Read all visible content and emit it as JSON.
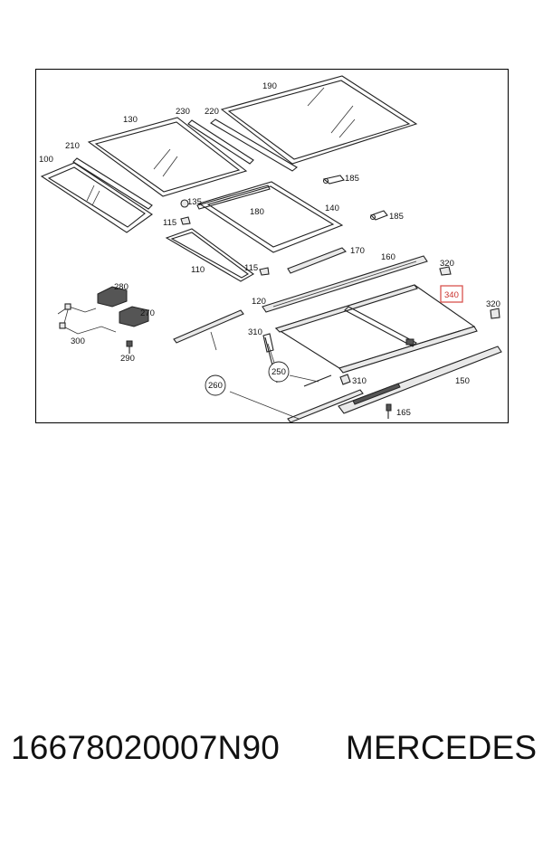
{
  "diagram": {
    "callouts": {
      "p100": "100",
      "p110": "110",
      "p115a": "115",
      "p115b": "115",
      "p120": "120",
      "p130": "130",
      "p135": "135",
      "p140": "140",
      "p150": "150",
      "p160": "160",
      "p165": "165",
      "p170": "170",
      "p180": "180",
      "p185a": "185",
      "p185b": "185",
      "p190": "190",
      "p210": "210",
      "p220": "220",
      "p230": "230",
      "p250": "250",
      "p260": "260",
      "p270": "270",
      "p280": "280",
      "p290": "290",
      "p300": "300",
      "p310a": "310",
      "p310b": "310",
      "p320a": "320",
      "p320b": "320",
      "p340": "340"
    },
    "highlight_color": "#d9534f"
  },
  "caption": {
    "part_number": "16678020007N90",
    "brand": "MERCEDES"
  }
}
